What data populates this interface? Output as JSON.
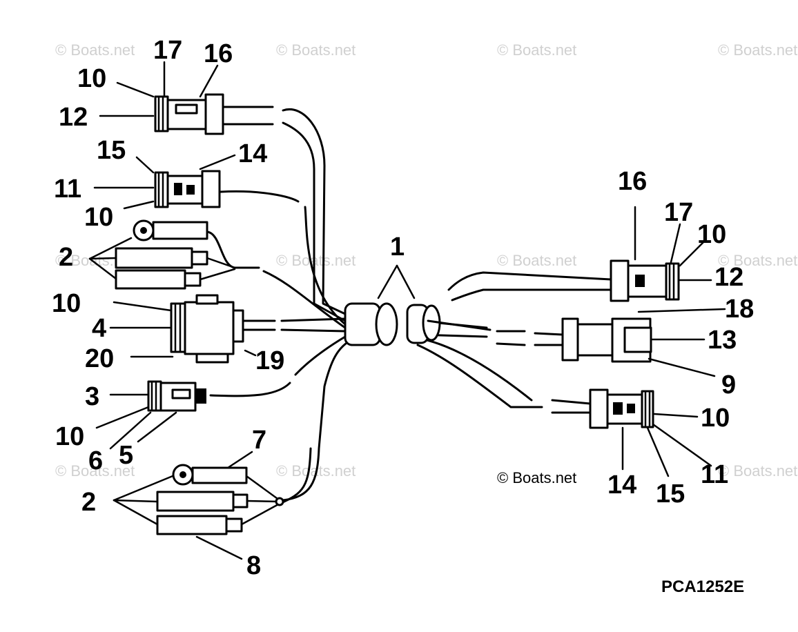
{
  "watermark_text": "© Boats.net",
  "copyright": "© Boats.net",
  "drawing_code": "PCA1252E",
  "callouts": {
    "c17a": "17",
    "c16a": "16",
    "c10a": "10",
    "c12a": "12",
    "c15a": "15",
    "c14a": "14",
    "c11a": "11",
    "c10b": "10",
    "c2a": "2",
    "c10c": "10",
    "c4": "4",
    "c20": "20",
    "c19": "19",
    "c3": "3",
    "c10d": "10",
    "c6": "6",
    "c5": "5",
    "c7": "7",
    "c2b": "2",
    "c8": "8",
    "c1": "1",
    "c16b": "16",
    "c17b": "17",
    "c10e": "10",
    "c12b": "12",
    "c18": "18",
    "c13": "13",
    "c9": "9",
    "c10f": "10",
    "c14b": "14",
    "c15b": "15",
    "c11b": "11"
  }
}
